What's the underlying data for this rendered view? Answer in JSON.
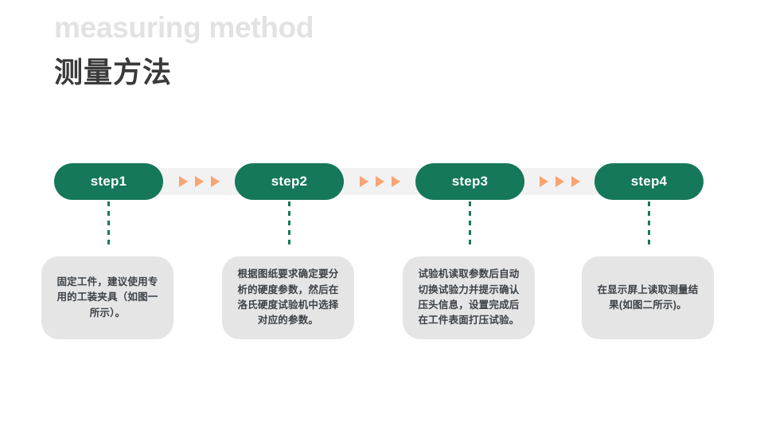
{
  "header": {
    "title_en": "measuring method",
    "title_cn": "测量方法",
    "color_en": "#e2e2e2",
    "color_cn": "#3a3a3a"
  },
  "theme": {
    "pill_green": "#15785a",
    "rail_gray": "#f2f2f2",
    "arrow_orange": "#f8a571",
    "card_gray": "#e5e5e5",
    "card_text": "#3d4248",
    "background": "#ffffff"
  },
  "flow": {
    "arrow_icon": "triangle-right-icon",
    "arrows_per_gap": 3,
    "steps": [
      {
        "label": "step1",
        "description": "固定工件，建议使用专用的工装夹具（如图一所示）。"
      },
      {
        "label": "step2",
        "description": "根据图纸要求确定要分析的硬度参数，然后在洛氏硬度试验机中选择对应的参数。"
      },
      {
        "label": "step3",
        "description": "试验机读取参数后自动切换试验力并提示确认压头信息，设置完成后在工件表面打压试验。"
      },
      {
        "label": "step4",
        "description": "在显示屏上读取测量结果(如图二所示)。"
      }
    ]
  }
}
